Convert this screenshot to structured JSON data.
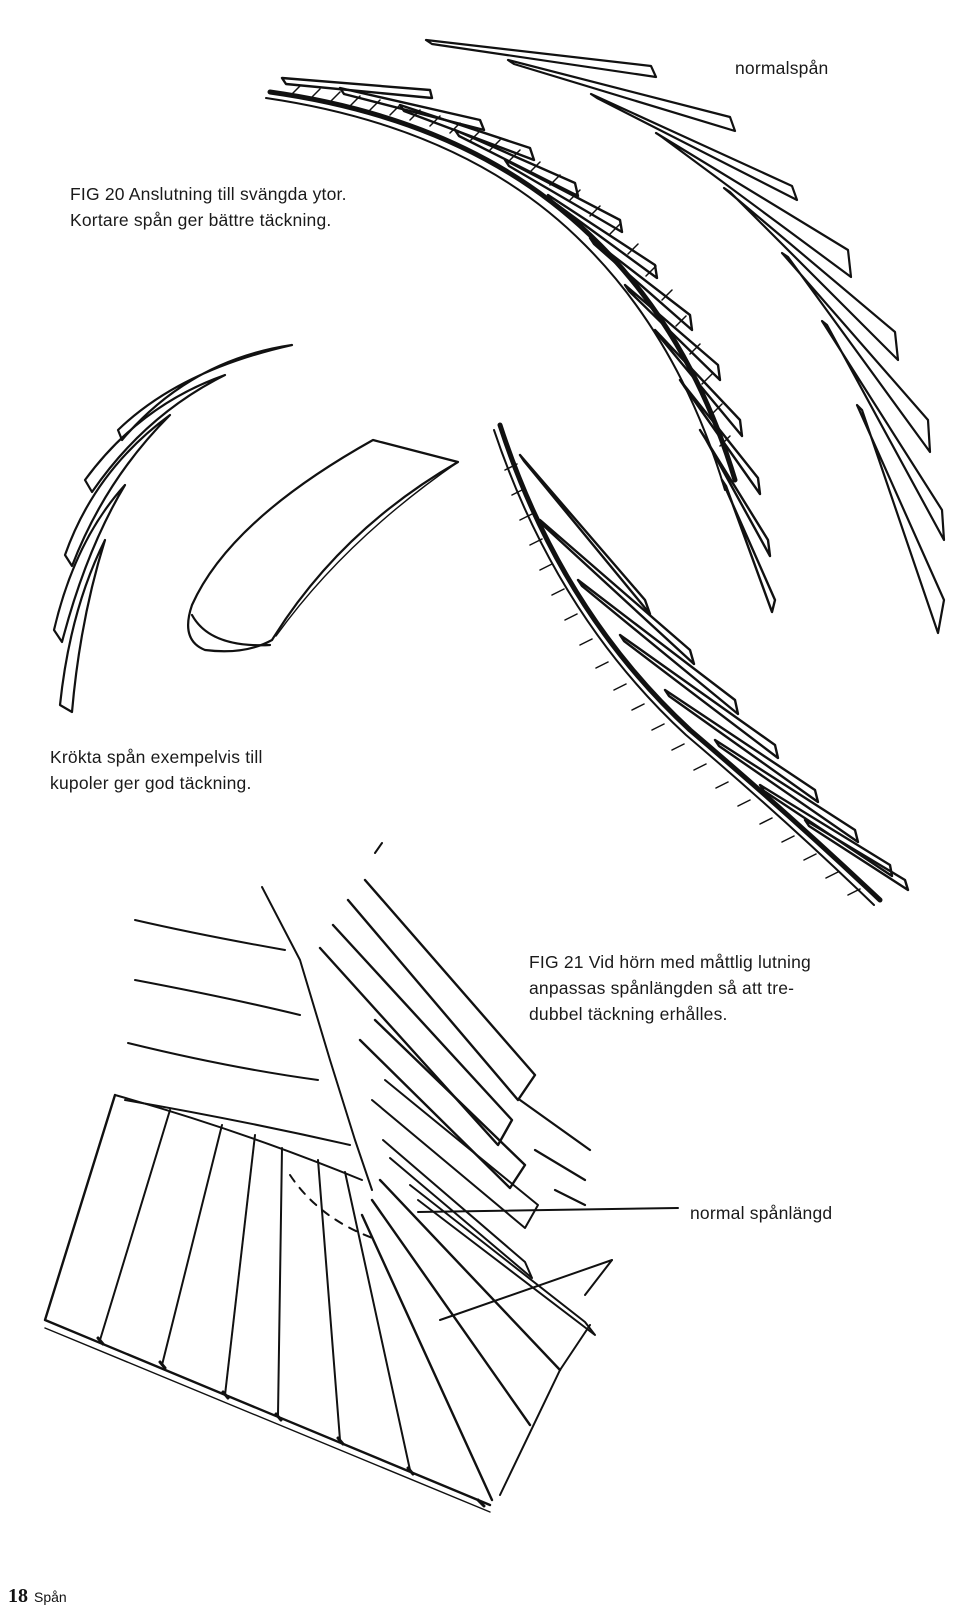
{
  "page": {
    "page_number": "18",
    "running_head": "Spån"
  },
  "figure20": {
    "label_top": "normalspån",
    "caption": [
      "FIG 20 Anslutning till svängda ytor.",
      "Kortare spån ger bättre täckning."
    ],
    "caption_curved": [
      "Krökta spån exempelvis till",
      "kupoler ger god täckning."
    ]
  },
  "figure21": {
    "caption": [
      "FIG 21 Vid hörn med måttlig lutning",
      "anpassas spånlängden så att tre-",
      "dubbel täckning erhålles."
    ],
    "pointer_label": "normal spånlängd"
  }
}
